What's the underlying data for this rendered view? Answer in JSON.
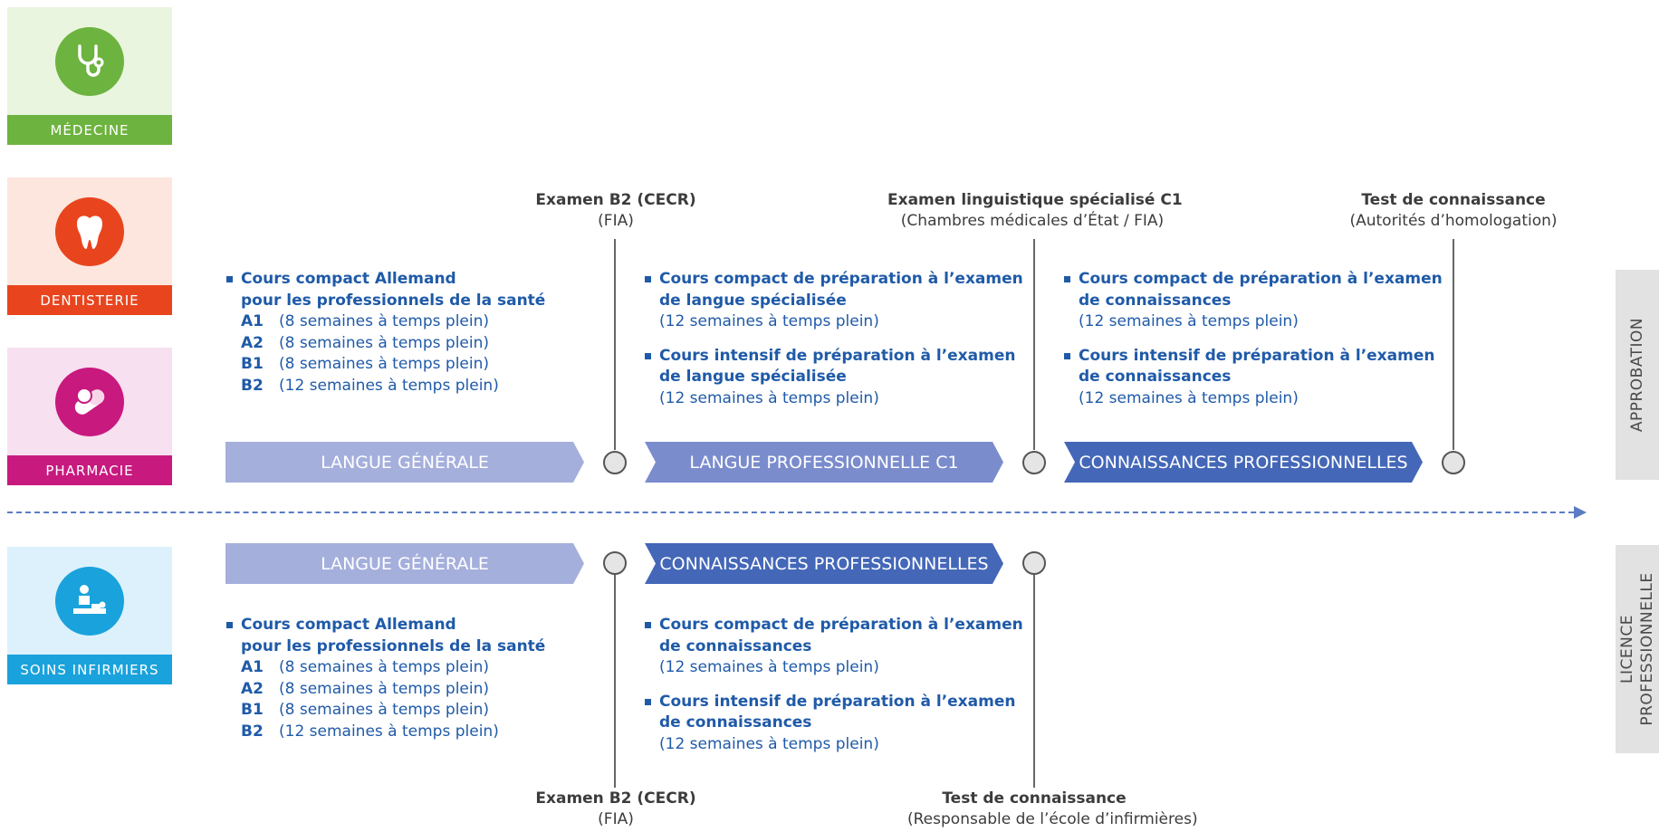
{
  "colors": {
    "medecine_bg": "#e9f5df",
    "medecine_accent": "#6db33f",
    "dentisterie_bg": "#fde6de",
    "dentisterie_accent": "#e8451e",
    "pharmacie_bg": "#f7e0ef",
    "pharmacie_accent": "#c8197f",
    "soins_bg": "#dcf1fb",
    "soins_accent": "#1aa2dc",
    "arrow_light": "#a5afdc",
    "arrow_mid": "#7b8ccd",
    "arrow_dark": "#4467b8",
    "course_text": "#1f5aa8",
    "timeline_dash": "#5a7cc4"
  },
  "professions": [
    {
      "label": "MÉDECINE",
      "icon": "stethoscope-icon"
    },
    {
      "label": "DENTISTERIE",
      "icon": "tooth-icon"
    },
    {
      "label": "PHARMACIE",
      "icon": "pill-icon"
    },
    {
      "label": "SOINS INFIRMIERS",
      "icon": "patient-care-icon"
    }
  ],
  "side_labels": {
    "approbation": "APPROBATION",
    "licence_line1": "LICENCE",
    "licence_line2": "PROFESSIONNELLE"
  },
  "upper": {
    "exams": [
      {
        "title": "Examen B2 (CECR)",
        "sub": "(FIA)"
      },
      {
        "title": "Examen linguistique spécialisé C1",
        "sub": "(Chambres médicales d’État / FIA)"
      },
      {
        "title": "Test de connaissance",
        "sub": "(Autorités d’homologation)"
      }
    ],
    "arrows": [
      "LANGUE GÉNÉRALE",
      "LANGUE PROFESSIONNELLE C1",
      "CONNAISSANCES PROFESSIONNELLES"
    ],
    "col1": {
      "heading_1": "Cours compact Allemand",
      "heading_2": "pour les professionnels de la santé",
      "levels": [
        {
          "code": "A1",
          "text": "(8 semaines à temps plein)"
        },
        {
          "code": "A2",
          "text": "(8 semaines à temps plein)"
        },
        {
          "code": "B1",
          "text": "(8 semaines à temps plein)"
        },
        {
          "code": "B2",
          "text": "(12 semaines à temps plein)"
        }
      ]
    },
    "col2": {
      "course1_h1": "Cours compact de préparation à l’examen",
      "course1_h2": "de langue spécialisée",
      "course1_sub": "(12 semaines à temps plein)",
      "course2_h1": "Cours intensif de préparation à l’examen",
      "course2_h2": "de langue spécialisée",
      "course2_sub": "(12 semaines à temps plein)"
    },
    "col3": {
      "course1_h1": "Cours compact de préparation à l’examen",
      "course1_h2": "de connaissances",
      "course1_sub": "(12 semaines à temps plein)",
      "course2_h1": "Cours intensif de préparation à l’examen",
      "course2_h2": "de connaissances",
      "course2_sub": "(12 semaines à temps plein)"
    }
  },
  "lower": {
    "arrows": [
      "LANGUE GÉNÉRALE",
      "CONNAISSANCES PROFESSIONNELLES"
    ],
    "col1": {
      "heading_1": "Cours compact Allemand",
      "heading_2": "pour les professionnels de la santé",
      "levels": [
        {
          "code": "A1",
          "text": "(8 semaines à temps plein)"
        },
        {
          "code": "A2",
          "text": "(8 semaines à temps plein)"
        },
        {
          "code": "B1",
          "text": "(8 semaines à temps plein)"
        },
        {
          "code": "B2",
          "text": "(12 semaines à temps plein)"
        }
      ]
    },
    "col2": {
      "course1_h1": "Cours compact de préparation à l’examen",
      "course1_h2": "de connaissances",
      "course1_sub": "(12 semaines à temps plein)",
      "course2_h1": "Cours intensif de préparation à l’examen",
      "course2_h2": "de connaissances",
      "course2_sub": "(12 semaines à temps plein)"
    },
    "exams": [
      {
        "title": "Examen B2 (CECR)",
        "sub": "(FIA)"
      },
      {
        "title": "Test de connaissance",
        "sub": "(Responsable de l’école d’infirmières)"
      }
    ]
  }
}
